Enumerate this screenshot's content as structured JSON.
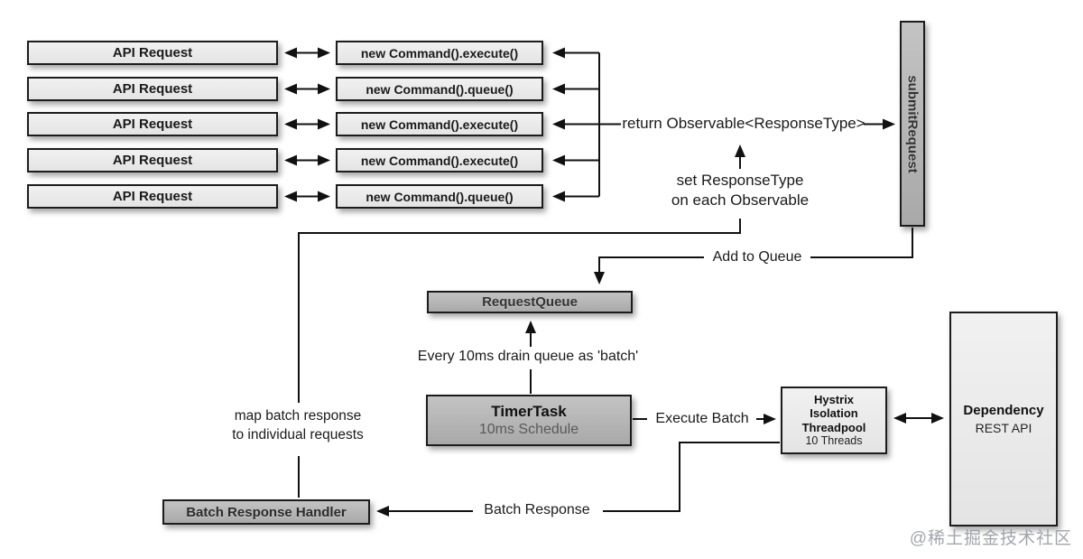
{
  "rows": [
    {
      "api": "API Request",
      "command": "new Command().execute()"
    },
    {
      "api": "API Request",
      "command": "new Command().queue()"
    },
    {
      "api": "API Request",
      "command": "new Command().execute()"
    },
    {
      "api": "API Request",
      "command": "new Command().execute()"
    },
    {
      "api": "API Request",
      "command": "new Command().queue()"
    }
  ],
  "boxes": {
    "submit_request": "submitRequest",
    "request_queue": "RequestQueue",
    "timer_task_title": "TimerTask",
    "timer_task_sub": "10ms Schedule",
    "hystrix_line1": "Hystrix",
    "hystrix_line2": "Isolation",
    "hystrix_line3": "Threadpool",
    "hystrix_line4": "10 Threads",
    "dependency_title": "Dependency",
    "dependency_sub": "REST API",
    "batch_response_handler": "Batch Response Handler"
  },
  "annotations": {
    "return_observable": "return Observable<ResponseType>",
    "set_response_type_line1": "set ResponseType",
    "set_response_type_line2": "on each Observable",
    "add_to_queue": "Add to Queue",
    "every_10ms": "Every 10ms drain queue as 'batch'",
    "execute_batch": "Execute Batch",
    "map_batch_line1": "map batch response",
    "map_batch_line2": "to individual requests",
    "batch_response": "Batch Response"
  },
  "watermark": "@稀土掘金技术社区",
  "colors": {
    "background": "#ffffff",
    "box_light_fill": "#e9e9e9",
    "box_gray_fill": "#b5b5b5",
    "box_border": "#1c1c1c",
    "line": "#111111",
    "watermark_gray": "#9196 9e"
  }
}
